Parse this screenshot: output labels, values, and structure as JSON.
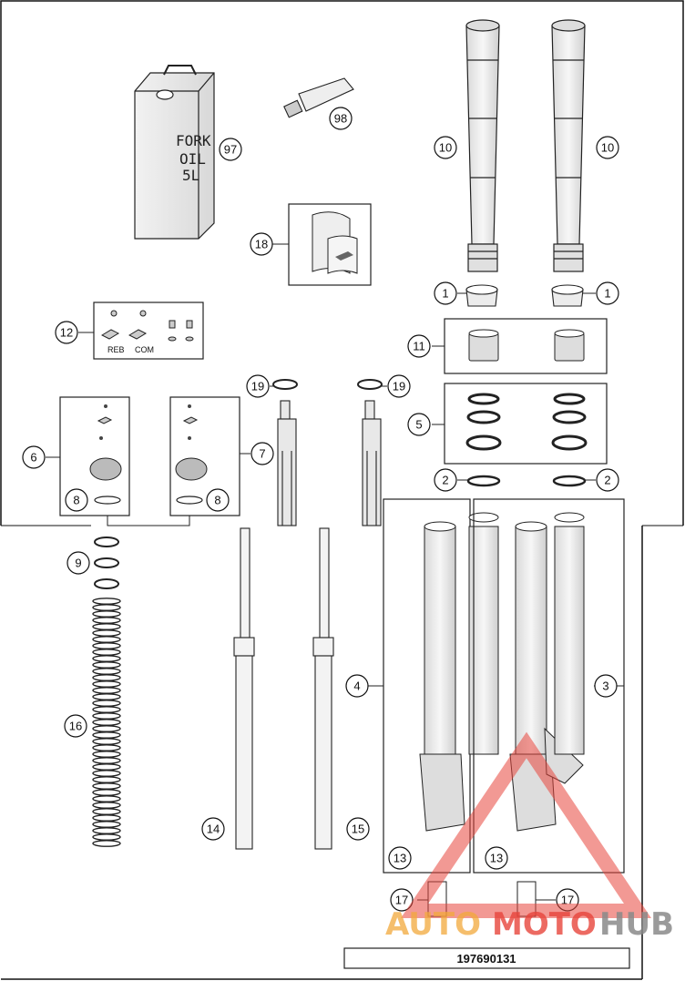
{
  "callouts": {
    "c1a": "1",
    "c1b": "1",
    "c2a": "2",
    "c2b": "2",
    "c3": "3",
    "c4": "4",
    "c5": "5",
    "c6": "6",
    "c7": "7",
    "c8a": "8",
    "c8b": "8",
    "c9": "9",
    "c10a": "10",
    "c10b": "10",
    "c11": "11",
    "c12": "12",
    "c13a": "13",
    "c13b": "13",
    "c14": "14",
    "c15": "15",
    "c16": "16",
    "c17a": "17",
    "c17b": "17",
    "c18": "18",
    "c19a": "19",
    "c19b": "19",
    "c97": "97",
    "c98": "98"
  },
  "oil_can": {
    "line1": "FORK",
    "line2": "OIL",
    "line3": "5L"
  },
  "kit12": {
    "reb": "REB",
    "com": "COM"
  },
  "reference_number": "197690131",
  "watermark": {
    "part1": "AUTO",
    "part2": "MOTO",
    "part3": "HUB"
  },
  "colors": {
    "watermark_red": "#e8453c",
    "watermark_orange": "#f2a93b",
    "watermark_gray": "#8a8a8a",
    "line": "#222222"
  }
}
